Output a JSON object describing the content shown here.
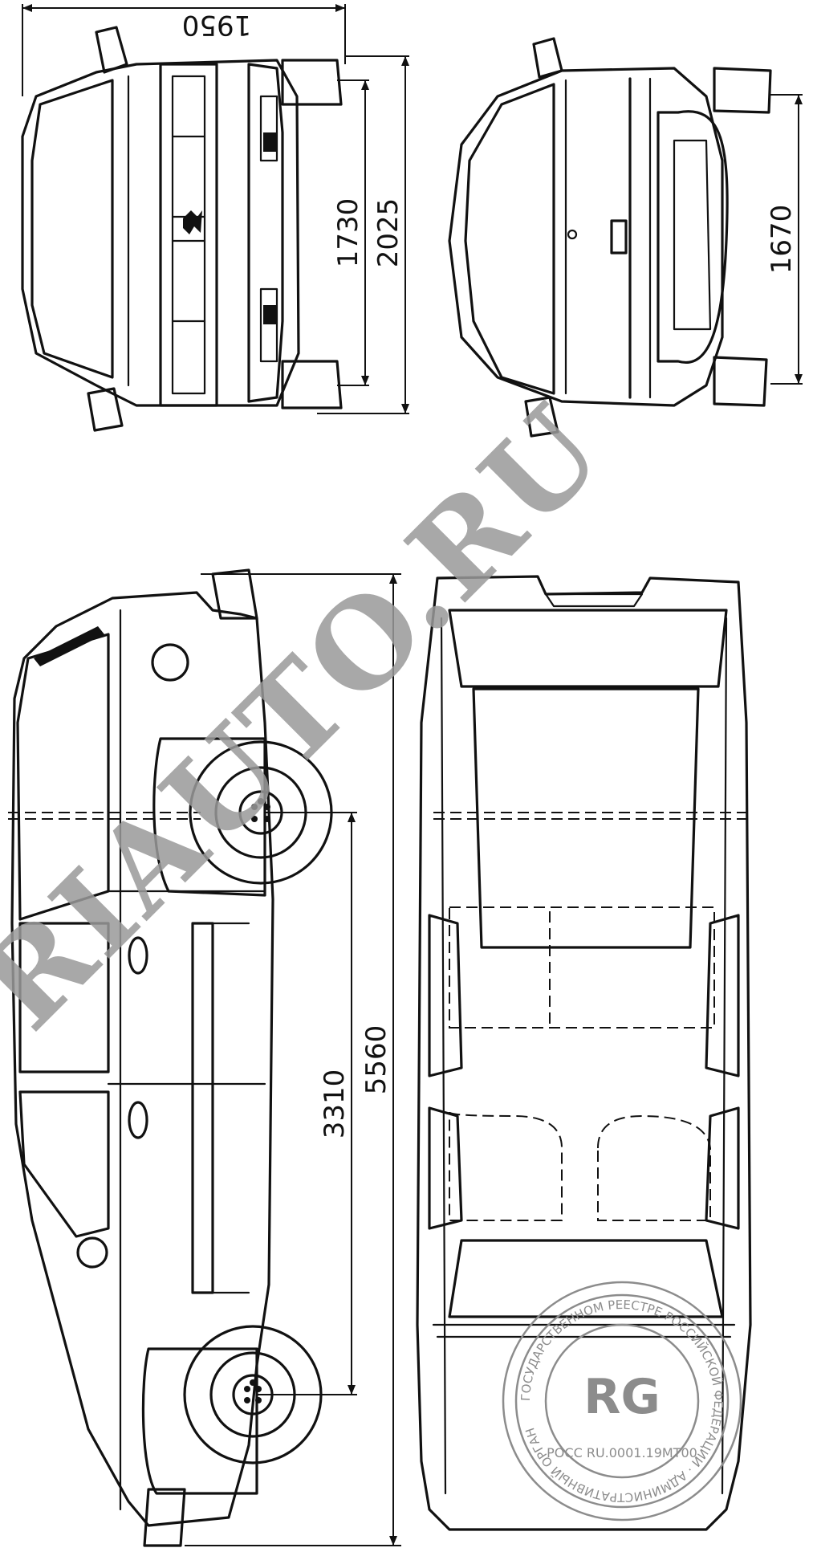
{
  "dimensions": {
    "overall_width": "1950",
    "track_front": "1730",
    "width_with_mirrors": "2025",
    "track_rear": "1670",
    "wheelbase": "3310",
    "overall_length": "5560"
  },
  "watermark": {
    "text": "RIAUTO.RU"
  },
  "stamp": {
    "center_code": "RG",
    "cert_number": "РОСС RU.0001.19МТ00",
    "ring_text": "ГОСУДАРСТВЕННОМ РЕЕСТРЕ РОССИЙСКОЙ ФЕДЕРАЦИИ · АДМИНИСТРАТИВНЫЙ ОРГАН"
  }
}
